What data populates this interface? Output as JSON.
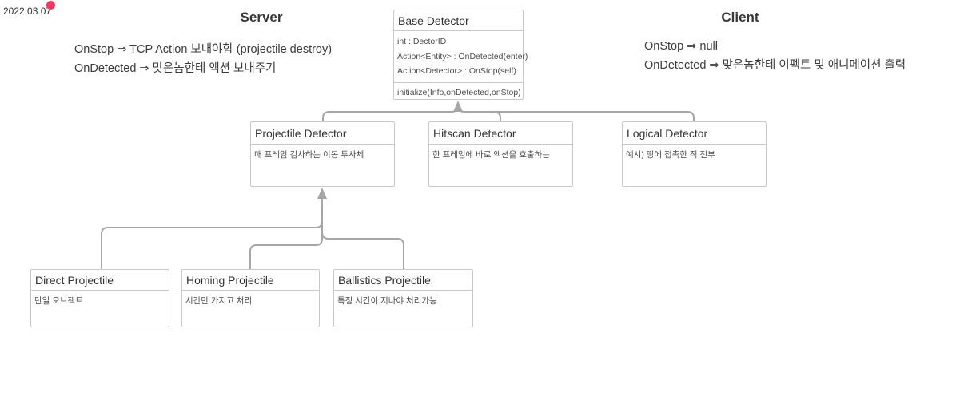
{
  "page": {
    "date_label": "2022.03.07"
  },
  "sections": {
    "server": {
      "title": "Server",
      "notes": [
        "OnStop ⇒ TCP Action 보내야함 (projectile destroy)",
        "OnDetected ⇒ 맞은놈한테 액션 보내주기"
      ]
    },
    "client": {
      "title": "Client",
      "notes": [
        "OnStop ⇒ null",
        "OnDetected ⇒ 맞은놈한테 이펙트 및 애니메이션 출력"
      ]
    }
  },
  "classes": {
    "base_detector": {
      "title": "Base Detector",
      "attributes": [
        "int : DectorID",
        "Action<Entity> : OnDetected(enter)",
        "Action<Detector> : OnStop(self)"
      ],
      "methods": [
        "initialize(Info,onDetected,onStop)"
      ]
    },
    "projectile_detector": {
      "title": "Projectile Detector",
      "description": "매 프레임 검사하는 이동 투사체"
    },
    "hitscan_detector": {
      "title": "Hitscan Detector",
      "description": "한 프레임에 바로 액션을 호출하는"
    },
    "logical_detector": {
      "title": "Logical Detector",
      "description": "예시) 땅에 접촉한 적 전부"
    },
    "direct_projectile": {
      "title": "Direct Projectile",
      "description": "단일 오브젝트"
    },
    "homing_projectile": {
      "title": "Homing Projectile",
      "description": "시간만 가지고 처리"
    },
    "ballistics_projectile": {
      "title": "Ballistics Projectile",
      "description": "특정 시간이 지나야 처리가능"
    }
  },
  "colors": {
    "marker_dot": "#f5395c",
    "connector": "#a6a6a6",
    "box_border": "#c9c9c9",
    "title_text": "#333333",
    "body_text": "#4d4d4d"
  }
}
